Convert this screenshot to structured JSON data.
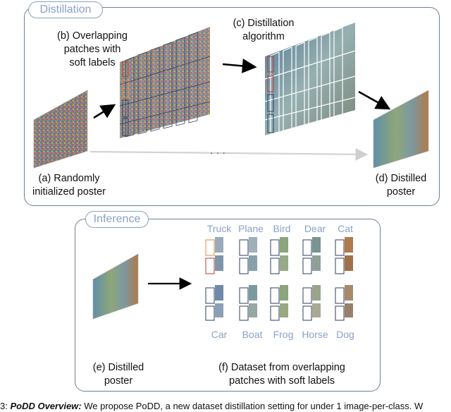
{
  "distillation": {
    "tag": "Distillation",
    "label_a": "(a) Randomly\ninitialized poster",
    "label_b": "(b) Overlapping\npatches with\nsoft labels",
    "label_c": "(c) Distillation\nalgorithm",
    "label_d": "(d) Distilled\nposter",
    "ellipsis": "· · ·"
  },
  "inference": {
    "tag": "Inference",
    "label_e": "(e) Distilled\nposter",
    "label_f": "(f) Dataset from overlapping\npatches with soft labels",
    "classes_top": [
      "Truck",
      "Plane",
      "Bird",
      "Dear",
      "Cat"
    ],
    "classes_bottom": [
      "Car",
      "Boat",
      "Frog",
      "Horse",
      "Dog"
    ]
  },
  "caption": {
    "prefix": "3: ",
    "title": "PoDD Overview:",
    "text": " We propose PoDD, a new dataset distillation setting for under 1 image-per-class. W"
  },
  "colors": {
    "panel_border": "#6f7f9a",
    "tag_text": "#8aa1c9",
    "patch_red": "#c0392b",
    "patch_orange": "#e08a3c",
    "patch_blue": "#2c3e66"
  }
}
